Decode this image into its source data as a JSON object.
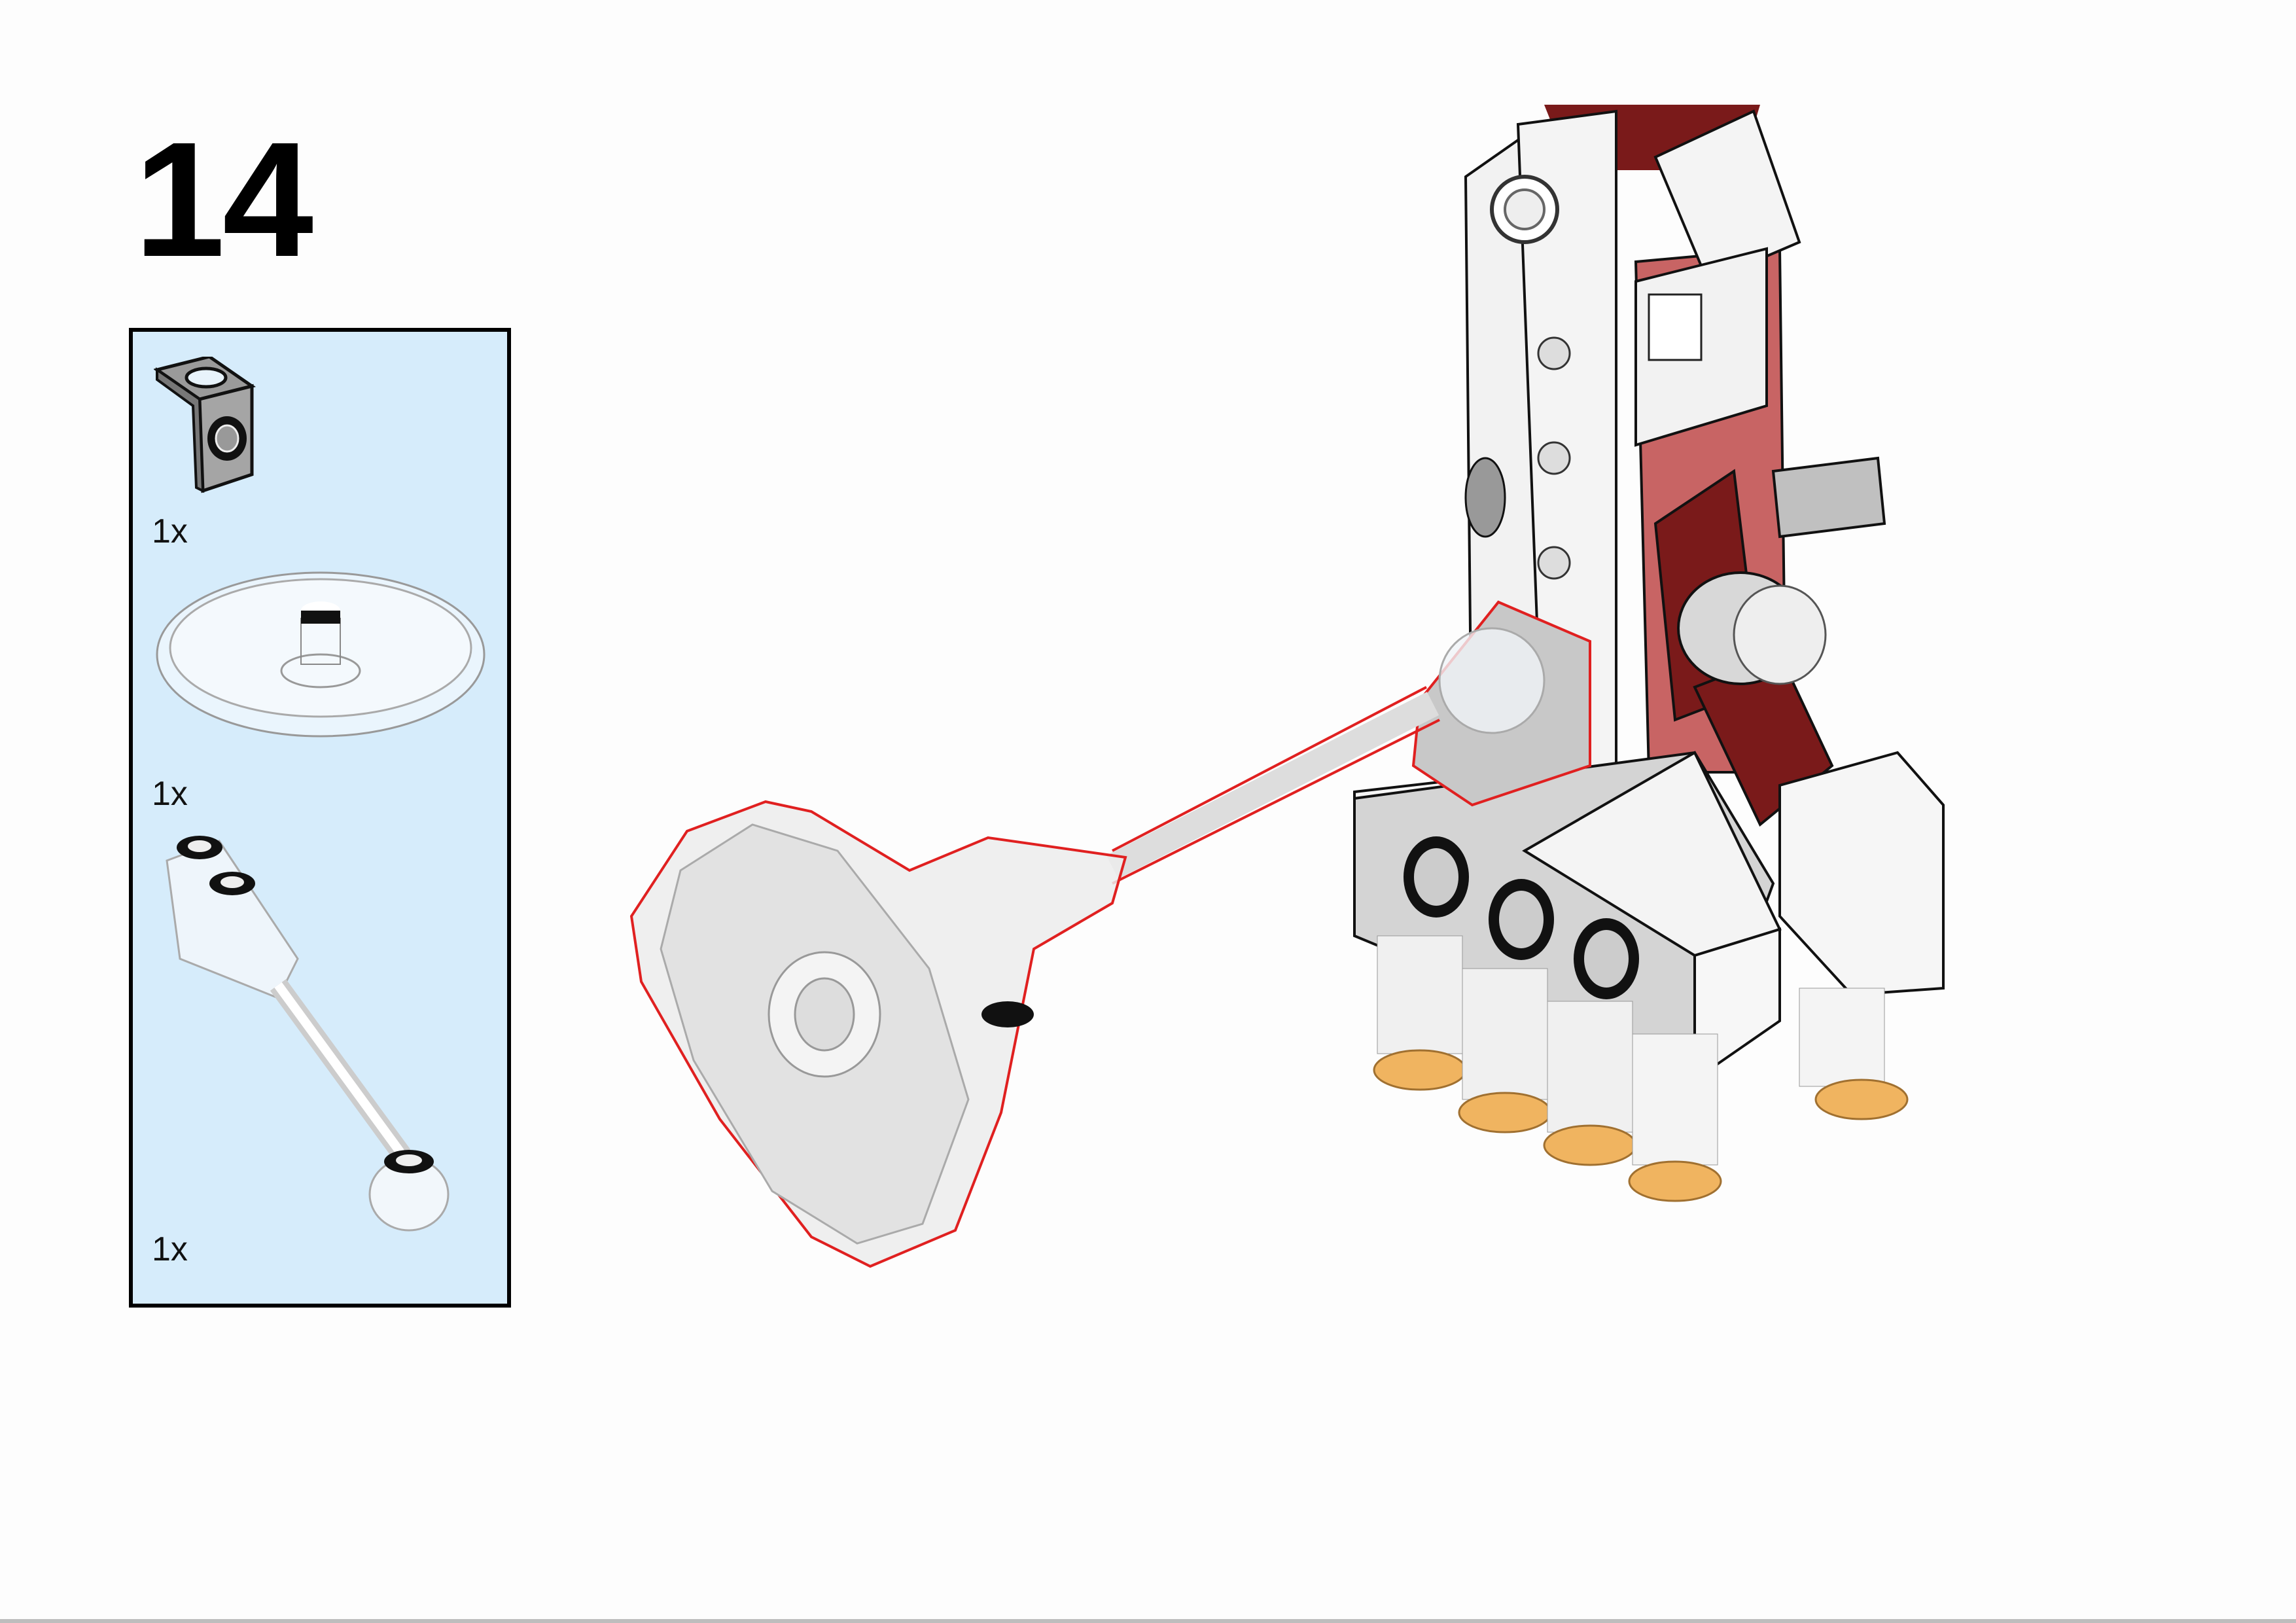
{
  "step": {
    "number": "14"
  },
  "parts_list": {
    "items": [
      {
        "part": "bracket-1x1-1x1",
        "quantity": "1x",
        "color": "#8c8c8c"
      },
      {
        "part": "dish-4x4-transparent",
        "quantity": "1x",
        "color": "#eef6fb"
      },
      {
        "part": "bar-with-clips-transparent",
        "quantity": "1x",
        "color": "#eef6fb"
      }
    ]
  },
  "colors": {
    "panel_bg": "#d6ecfb",
    "highlight": "#e02020",
    "dark_red": "#7a1a1a",
    "white_part": "#f2f2f2",
    "grey_part": "#a8a8a8",
    "trans_orange": "#f0b460"
  }
}
